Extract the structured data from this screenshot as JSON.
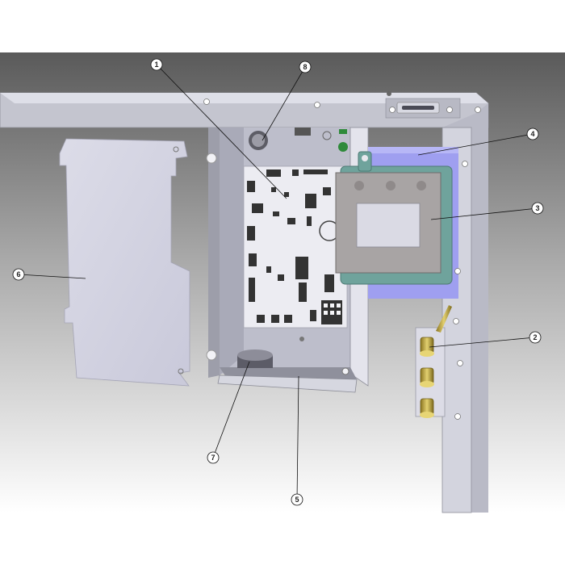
{
  "diagram": {
    "callouts": [
      {
        "id": "1",
        "part": "control-board"
      },
      {
        "id": "2",
        "part": "gas-valve-fittings"
      },
      {
        "id": "3",
        "part": "transformer"
      },
      {
        "id": "4",
        "part": "transformer-mounting-plate"
      },
      {
        "id": "5",
        "part": "control-box"
      },
      {
        "id": "6",
        "part": "control-box-cover"
      },
      {
        "id": "7",
        "part": "wire-grommet"
      },
      {
        "id": "8",
        "part": "top-grommet"
      }
    ],
    "colors": {
      "background_top": "#5a5a5a",
      "background_bottom": "#ffffff",
      "sheet_metal": "#cfd0dc",
      "plate_blue": "#9f9ff0",
      "transformer_frame": "#6fa39c",
      "brass": "#c8b040"
    }
  }
}
